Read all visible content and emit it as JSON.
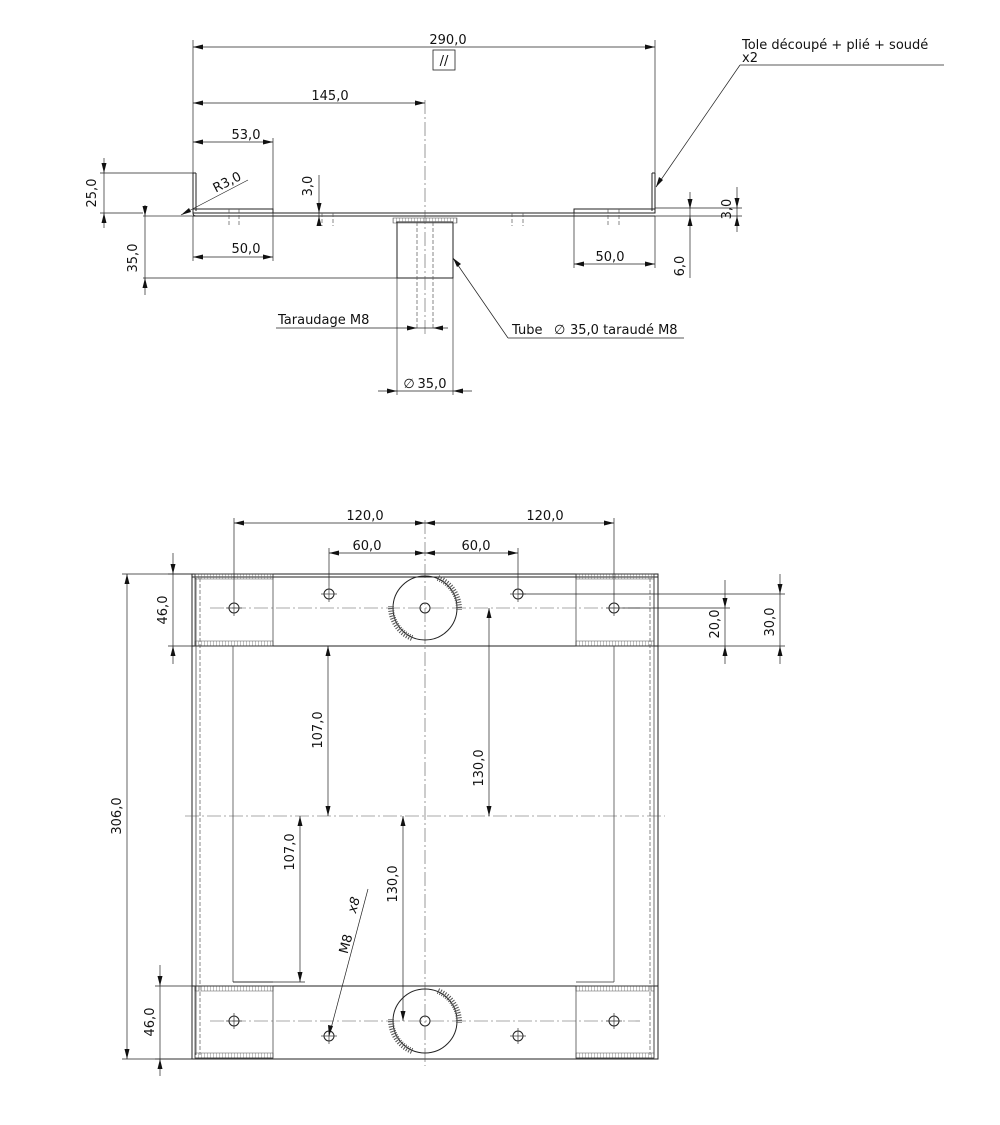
{
  "front_view": {
    "dims": {
      "overall_length": "290,0",
      "half_length": "145,0",
      "flange_width": "53,0",
      "bend_radius": "R3,0",
      "thickness_left": "3,0",
      "flange_height": "25,0",
      "tube_height": "35,0",
      "pad_left": "50,0",
      "pad_right": "50,0",
      "thickness_right": "3,0",
      "pad_height": "6,0",
      "tube_diameter": "35,0"
    },
    "parallelism_symbol": "//",
    "note_part": {
      "line1": "Tole découpé + plié + soudé",
      "line2": "x2"
    },
    "note_thread": "Taraudage M8",
    "note_tube": "Tube",
    "note_tube_spec": "35,0 taraudé M8",
    "diameter_symbol": "∅"
  },
  "top_view": {
    "dims": {
      "hole_spacing_left": "120,0",
      "hole_spacing_right": "120,0",
      "inner_spacing_left": "60,0",
      "inner_spacing_right": "60,0",
      "rail_width_top": "46,0",
      "rail_width_bottom": "46,0",
      "hole_offset_a": "20,0",
      "hole_offset_b": "30,0",
      "inner_gap_top": "107,0",
      "inner_gap_bottom": "107,0",
      "center_to_hole_top": "130,0",
      "center_to_hole_bottom": "130,0",
      "overall_depth": "306,0"
    },
    "thread_note": "M8",
    "thread_qty": "x8"
  }
}
